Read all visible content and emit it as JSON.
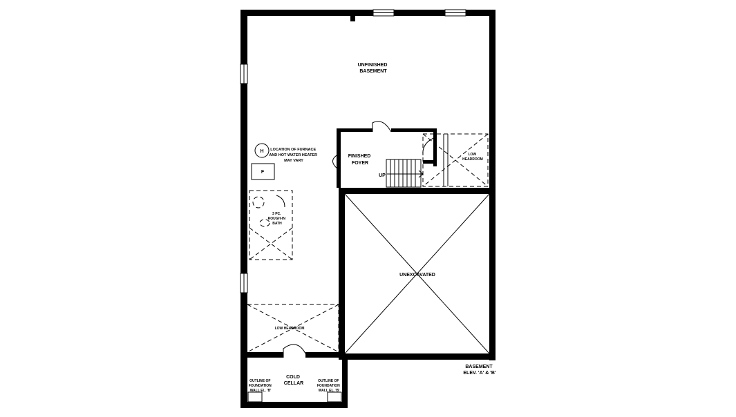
{
  "rooms": {
    "unfinished_basement": [
      "UNFINISHED",
      "BASEMENT"
    ],
    "furnace_note": [
      "LOCATION OF FURNACE",
      "AND HOT WATER HEATER",
      "MAY VARY"
    ],
    "furnace_symbol": "H",
    "heater_symbol": "F",
    "finished_foyer": [
      "FINISHED",
      "FOYER"
    ],
    "stair_up": "UP",
    "low_headroom_right": [
      "LOW",
      "HEADROOM"
    ],
    "rough_in_bath": [
      "3 PC.",
      "ROUGH-IN",
      "BATH"
    ],
    "unexcavated": "UNEXCAVATED",
    "low_headroom_left": "LOW HEADROOM",
    "cold_cellar": [
      "COLD",
      "CELLAR"
    ],
    "foundation_left": [
      "OUTLINE OF",
      "FOUNDATION",
      "WALL EL. 'B'"
    ],
    "foundation_right": [
      "OUTLINE OF",
      "FOUNDATION",
      "WALL EL. 'B'"
    ]
  },
  "plan_title": [
    "BASEMENT",
    "ELEV. 'A' & 'B'"
  ]
}
